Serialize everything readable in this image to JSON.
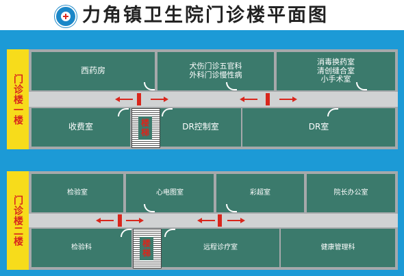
{
  "header": {
    "title": "力角镇卫生院门诊楼平面图"
  },
  "floor1": {
    "label": "门诊楼一楼",
    "rooms": {
      "western_pharmacy": "西药房",
      "trauma_dept": "犬伤门诊五官科\n外科门诊慢性病",
      "disinfection": "消毒换药室\n清创缝合室\n小手术室",
      "cashier": "收费室",
      "stair": "楼梯",
      "dr_control": "DR控制室",
      "dr_room": "DR室"
    }
  },
  "floor2": {
    "label": "门诊楼二楼",
    "rooms": {
      "lab_room": "检验室",
      "ecg_room": "心电图室",
      "ultrasound": "彩超室",
      "dean_office": "院长办公室",
      "lab_dept": "检验科",
      "stair": "楼梯",
      "remote_clinic": "远程诊疗室",
      "health_mgmt": "健康管理科"
    }
  },
  "colors": {
    "background": "#1c9ad6",
    "room": "#3b7a6c",
    "label": "#f7dc1b",
    "accent": "#d9261c"
  }
}
